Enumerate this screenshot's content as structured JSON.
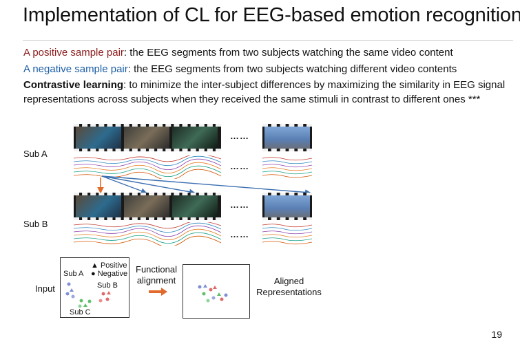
{
  "slide": {
    "title": "Implementation of CL for EEG-based emotion recognition",
    "positive_label": "A positive sample pair",
    "positive_text": ": the EEG segments from two subjects watching the same video content",
    "negative_label": "A negative sample pair",
    "negative_text": ": the EEG segments from two subjects watching different video contents",
    "cl_label": "Contrastive learning",
    "cl_text": ": to minimize the inter-subject differences by maximizing the similarity in EEG signal representations across subjects when they received the same stimuli in contrast to different ones ***",
    "page_number": "19"
  },
  "figure": {
    "sub_a": "Sub A",
    "sub_b": "Sub B",
    "ellipsis": "……",
    "input": "Input",
    "legend_positive": "Positive",
    "legend_negative": "Negative",
    "sub_a_small": "Sub A",
    "sub_b_small": "Sub B",
    "sub_c_small": "Sub C",
    "functional": "Functional",
    "alignment": "alignment",
    "aligned": "Aligned",
    "representations": "Representations"
  },
  "colors": {
    "positive": "#8b1a1a",
    "negative": "#1b5ea6",
    "arrow_blue": "#3a6fb0",
    "arrow_orange": "#e26a2c"
  }
}
